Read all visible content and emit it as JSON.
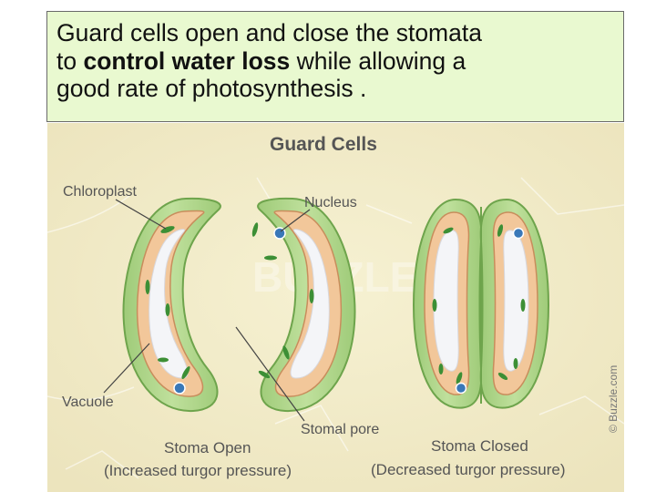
{
  "caption": {
    "line1": "Guard cells open and close the stomata",
    "line2_pre": "to ",
    "line2_bold": "control water loss",
    "line2_post": " while allowing a",
    "line3": "good rate of photosynthesis ."
  },
  "diagram": {
    "title": "Guard Cells",
    "labels": {
      "chloroplast": "Chloroplast",
      "nucleus": "Nucleus",
      "vacuole": "Vacuole",
      "stomal_pore": "Stomal pore"
    },
    "stoma_open": {
      "title": "Stoma Open",
      "subtitle": "(Increased turgor pressure)"
    },
    "stoma_closed": {
      "title": "Stoma Closed",
      "subtitle": "(Decreased turgor pressure)"
    },
    "watermark": "BUZZLE.COM",
    "copyright": "© Buzzle.com"
  },
  "colors": {
    "caption_bg": "#e9f9d0",
    "figure_bg": "#f2ecc8",
    "cell_wall": "#a8cf83",
    "cytoplasm": "#f2c79a",
    "vacuole": "#f4f5f8",
    "chloroplast": "#3c8f35",
    "nucleus": "#3a78b8"
  }
}
